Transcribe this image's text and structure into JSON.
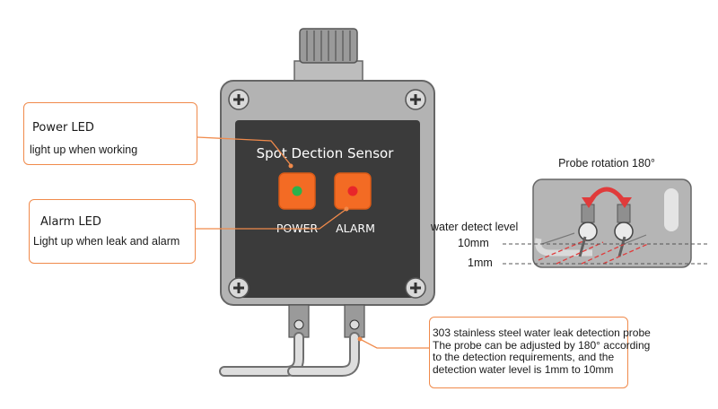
{
  "device": {
    "title": "Spot Dection Sensor",
    "power_label": "POWER",
    "alarm_label": "ALARM",
    "colors": {
      "housing": "#3a3a3a",
      "indicator": "#f36b24",
      "power_led": "#2bb24c",
      "alarm_led": "#e8262a",
      "callout_border": "#f08a4b"
    }
  },
  "callouts": {
    "power": {
      "title": "Power LED",
      "desc": "light up when working"
    },
    "alarm": {
      "title": "Alarm LED",
      "desc": "Light up when leak and alarm"
    }
  },
  "probe_view": {
    "rotation_label": "Probe rotation 180°",
    "level_label": "water detect level",
    "level_10": "10mm",
    "level_1": "1mm"
  },
  "probe_note": {
    "lines": [
      "303 stainless steel water leak detection probe",
      "The probe can be adjusted by 180° according",
      "to the detection requirements, and the",
      "detection water level is 1mm to 10mm"
    ]
  }
}
